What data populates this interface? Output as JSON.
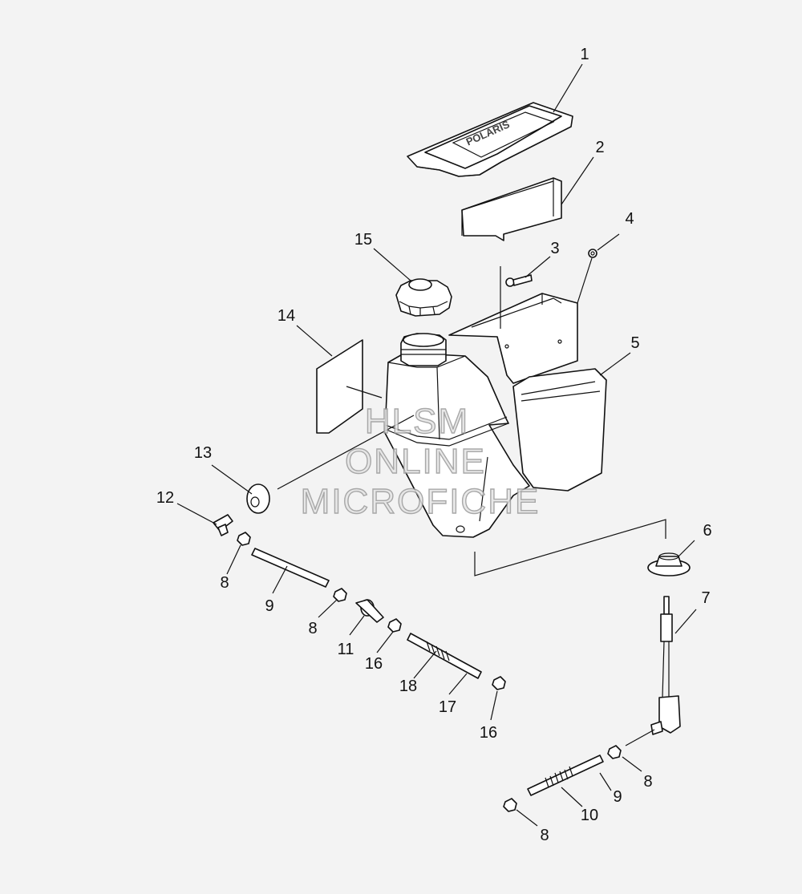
{
  "diagram": {
    "callouts": [
      "1",
      "2",
      "3",
      "4",
      "5",
      "6",
      "7",
      "8",
      "9",
      "8",
      "11",
      "16",
      "18",
      "17",
      "16",
      "12",
      "13",
      "14",
      "15",
      "8",
      "9",
      "10",
      "8"
    ],
    "watermark": [
      "HLSM",
      "ONLINE",
      "MICROFICHE"
    ],
    "cover_emboss": "POLARIS"
  }
}
